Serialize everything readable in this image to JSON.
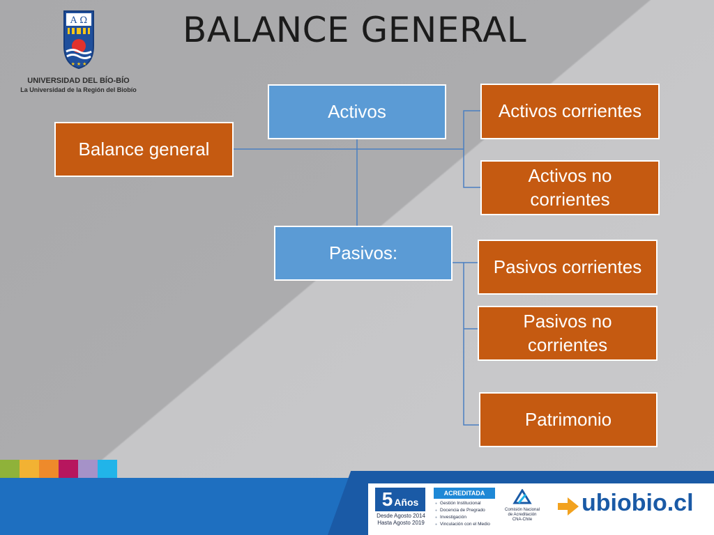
{
  "title": "BALANCE GENERAL",
  "university": {
    "name": "UNIVERSIDAD DEL BÍO-BÍO",
    "tagline": "La Universidad de la Región del Biobío",
    "crest_letters": "A Ω"
  },
  "diagram": {
    "root": "Balance general",
    "assets": "Activos",
    "current_assets": "Activos corrientes",
    "noncurrent_assets": "Activos no corrientes",
    "liabilities": "Pasivos:",
    "current_liabilities": "Pasivos corrientes",
    "noncurrent_liabilities": "Pasivos no corrientes",
    "equity": "Patrimonio"
  },
  "footer": {
    "years_number": "5",
    "years_word": "Años",
    "years_from": "Desde Agosto 2014",
    "years_to": "Hasta Agosto 2019",
    "accredited_label": "ACREDITADA",
    "areas": [
      "Gestión Institucional",
      "Docencia de Pregrado",
      "Investigación",
      "Vinculación con el Medio"
    ],
    "cna_line1": "Comisión Nacional",
    "cna_line2": "de Acreditación",
    "cna_line3": "CNA-Chile",
    "site": "ubiobio.cl"
  },
  "colors": {
    "node_orange": "#c55a11",
    "node_blue": "#5b9bd5",
    "connector": "#4a7fc1",
    "footer_blue": "#1e6fc0",
    "stripes": [
      "#8fb23a",
      "#f2b233",
      "#ee8a2b",
      "#b7165e",
      "#a592c8",
      "#21b4e9"
    ]
  }
}
